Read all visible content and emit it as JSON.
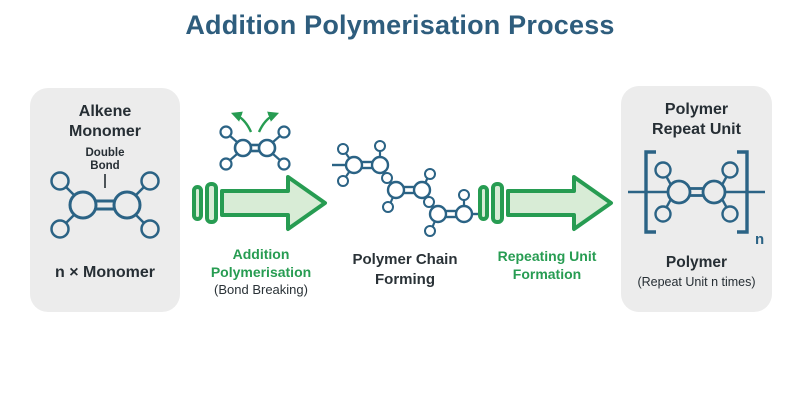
{
  "title": "Addition Polymerisation Process",
  "colors": {
    "title_navy": "#2e5d7d",
    "body_text": "#262e34",
    "green_accent": "#279c52",
    "arrow_fill": "#d8ecd6",
    "molecule_blue": "#2b6385",
    "panel_bg": "#ececec"
  },
  "monomer_panel": {
    "title": "Alkene Monomer",
    "bond_label_line1": "Double",
    "bond_label_line2": "Bond",
    "caption": "n × Monomer"
  },
  "step1": {
    "label": "Addition Polymerisation",
    "sublabel": "(Bond Breaking)"
  },
  "chain": {
    "label": "Polymer Chain Forming"
  },
  "step2": {
    "label": "Repeating Unit Formation"
  },
  "polymer_panel": {
    "title": "Polymer Repeat Unit",
    "subscript": "n",
    "caption": "Polymer",
    "caption_sub": "(Repeat Unit n times)"
  }
}
